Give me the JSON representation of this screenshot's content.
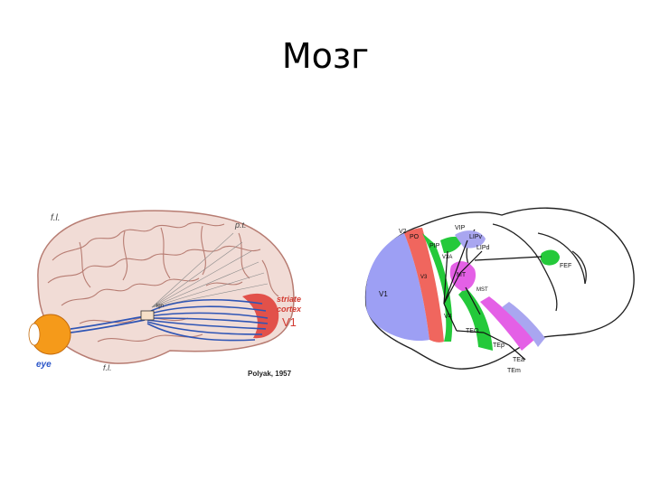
{
  "slide": {
    "title": "Мозг"
  },
  "left_figure": {
    "labels": {
      "fl_top": "f.l.",
      "pt": "p.t.",
      "striate_cortex_1": "striate",
      "striate_cortex_2": "cortex",
      "v1": "V1",
      "eye": "eye",
      "credit": "Polyak, 1957",
      "lgn": "lgn",
      "fl_bottom": "f.l."
    },
    "colors": {
      "brain": "#f1dcd6",
      "gyri": "#b77c72",
      "tract": "#2f55b5",
      "cortex": "#e0413b",
      "eye": "#f59a1a",
      "eye_label": "#2a55c8",
      "striate_label": "#d23b32"
    }
  },
  "right_figure": {
    "labels": {
      "v1": "V1",
      "v2": "V2",
      "po": "PO",
      "vip": "VIP",
      "lipv": "LIPv",
      "lipd": "LIPd",
      "pip": "PIP",
      "v3a": "V3A",
      "v3": "V3",
      "mt": "MT",
      "mst": "MST",
      "v4": "V4",
      "teo": "TEO",
      "tep": "TEp",
      "tea": "TEa",
      "tem": "TEm",
      "fef": "FEF"
    },
    "colors": {
      "v1": "#9d9ff4",
      "v2": "#f0665e",
      "green": "#24c93a",
      "magenta": "#e460e6",
      "lavender": "#a9a6f0"
    }
  }
}
